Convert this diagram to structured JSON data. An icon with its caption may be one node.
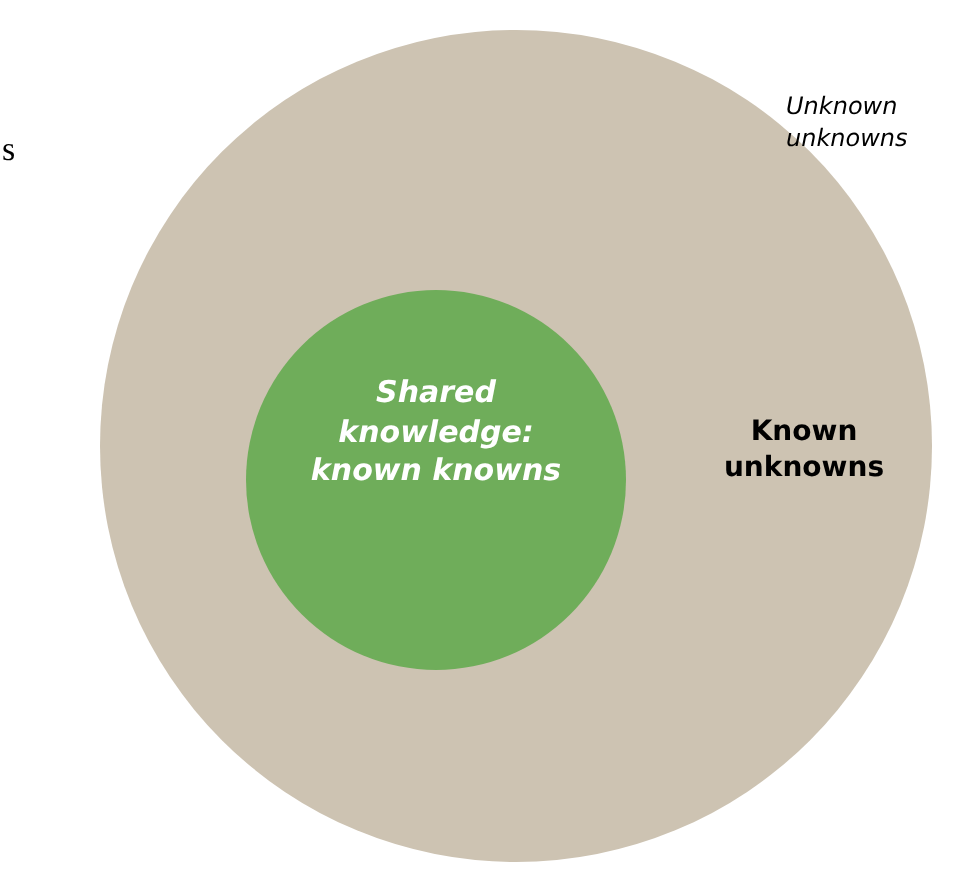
{
  "diagram": {
    "nodes": [
      {
        "text": [
          "Known unknowns"
        ]
      },
      {
        "text": [
          "Shared knowledge: known knowns"
        ],
        "in": 0
      }
    ],
    "labels": [
      "Unknown unknowns",
      "s"
    ]
  }
}
